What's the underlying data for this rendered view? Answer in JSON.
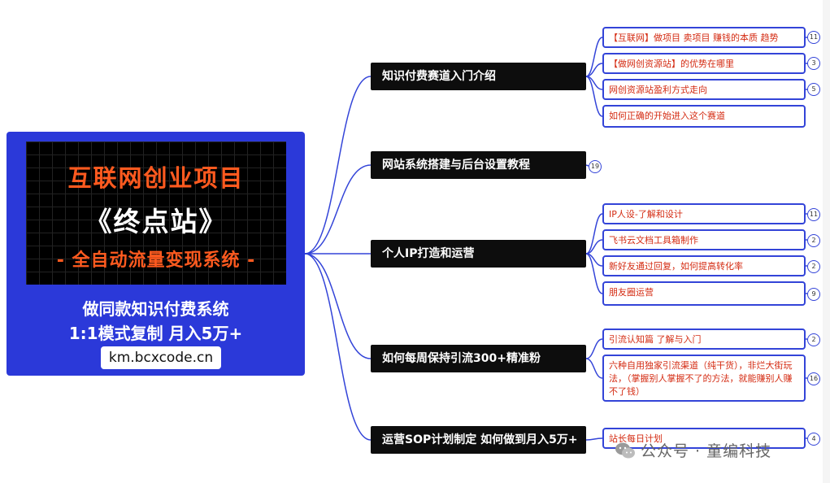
{
  "root": {
    "banner_title": "互联网创业项目",
    "banner_name": "《终点站》",
    "banner_sub": "- 全自动流量变现系统 -",
    "line1": "做同款知识付费系统",
    "line2": "1:1模式复制  月入5万+",
    "url": "km.bcxcode.cn"
  },
  "branches": [
    {
      "label": "知识付费赛道入门介绍",
      "count": "",
      "children": [
        {
          "label": "【互联网】做项目 卖项目 赚钱的本质 趋势",
          "count": "11"
        },
        {
          "label": "【做网创资源站】的优势在哪里",
          "count": "3"
        },
        {
          "label": "网创资源站盈利方式走向",
          "count": "5"
        },
        {
          "label": "如何正确的开始进入这个赛道",
          "count": ""
        }
      ]
    },
    {
      "label": "网站系统搭建与后台设置教程",
      "count": "19",
      "children": []
    },
    {
      "label": "个人IP打造和运营",
      "count": "",
      "children": [
        {
          "label": "IP人设-了解和设计",
          "count": "11"
        },
        {
          "label": "飞书云文档工具箱制作",
          "count": "2"
        },
        {
          "label": "新好友通过回复，如何提高转化率",
          "count": "2"
        },
        {
          "label": "朋友圈运营",
          "count": "9"
        }
      ]
    },
    {
      "label": "如何每周保持引流300+精准粉",
      "count": "",
      "children": [
        {
          "label": "引流认知篇  了解与入门",
          "count": "2"
        },
        {
          "label": "六种自用独家引流渠道（纯干货），非烂大街玩法，（掌握别人掌握不了的方法，就能赚别人赚不了钱）",
          "count": "16"
        }
      ]
    },
    {
      "label": "运营SOP计划制定 如何做到月入5万+",
      "count": "",
      "children": [
        {
          "label": "站长每日计划",
          "count": "4"
        }
      ]
    }
  ],
  "watermark": "公众号 · 童编科技",
  "colors": {
    "root_bg": "#2b39d9",
    "line": "#3344d8",
    "accent": "#ff5a1f",
    "child_text": "#d42b12"
  }
}
